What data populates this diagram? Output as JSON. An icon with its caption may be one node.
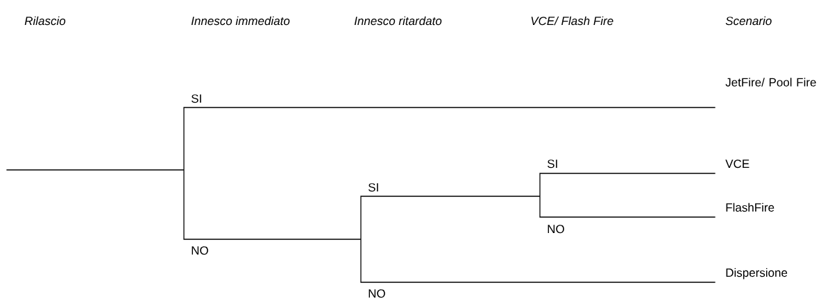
{
  "diagram": {
    "labels": [
      "Rilascio",
      "Innesco immediato",
      "Innesco ritardato",
      "VCE/ Flash Fire",
      "Scenario",
      "JetFire/ Pool Fire",
      "SI",
      "SI",
      "VCE",
      "SI",
      "FlashFire",
      "NO",
      "NO",
      "Dispersione",
      "NO"
    ]
  }
}
